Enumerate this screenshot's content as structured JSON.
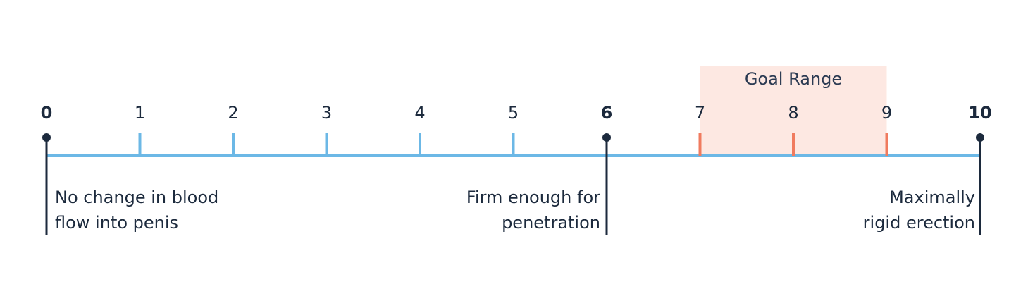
{
  "scale": {
    "min": 0,
    "max": 10,
    "ticks": [
      {
        "value": 0,
        "label": "0",
        "major": true
      },
      {
        "value": 1,
        "label": "1",
        "major": false
      },
      {
        "value": 2,
        "label": "2",
        "major": false
      },
      {
        "value": 3,
        "label": "3",
        "major": false
      },
      {
        "value": 4,
        "label": "4",
        "major": false
      },
      {
        "value": 5,
        "label": "5",
        "major": false
      },
      {
        "value": 6,
        "label": "6",
        "major": true
      },
      {
        "value": 7,
        "label": "7",
        "major": false,
        "in_goal": true
      },
      {
        "value": 8,
        "label": "8",
        "major": false,
        "in_goal": true
      },
      {
        "value": 9,
        "label": "9",
        "major": false,
        "in_goal": true
      },
      {
        "value": 10,
        "label": "10",
        "major": true
      }
    ]
  },
  "goal_range": {
    "label": "Goal Range",
    "from": 7,
    "to": 9
  },
  "annotations": {
    "at_0": {
      "value": 0,
      "line1": "No change in blood",
      "line2": "flow into penis"
    },
    "at_6": {
      "value": 6,
      "line1": "Firm enough for",
      "line2": "penetration"
    },
    "at_10": {
      "value": 10,
      "line1": "Maximally",
      "line2": "rigid erection"
    }
  },
  "colors": {
    "axis_line": "#6cb8e6",
    "minor_tick": "#6cb8e6",
    "goal_tick": "#f07b5f",
    "goal_band": "#fde8e2",
    "marker": "#1c2a3d",
    "text": "#1c2a3d"
  }
}
